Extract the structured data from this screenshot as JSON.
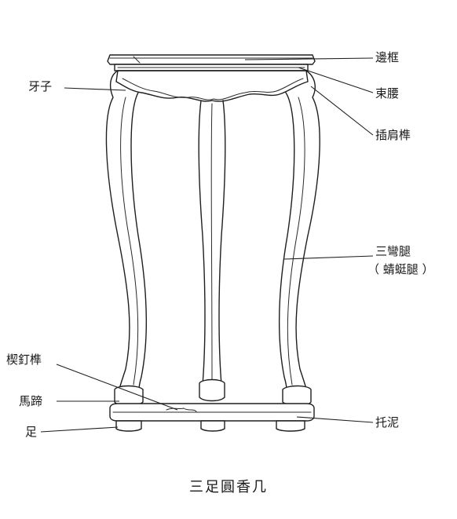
{
  "caption": "三足圓香几",
  "labels": {
    "bian_kuang": "邊框",
    "shu_yao": "束腰",
    "cha_jian_sun": "插肩榫",
    "san_wan_tui": "三彎腿",
    "qing_ting_tui": "（ 蜻蜓腿 ）",
    "ya_zi": "牙子",
    "xie_ding_sun": "楔釘榫",
    "ma_ti": "馬蹄",
    "zu": "足",
    "tuo_ni": "托泥"
  },
  "colors": {
    "ink": "#1f1f1f",
    "paper": "#ffffff"
  }
}
